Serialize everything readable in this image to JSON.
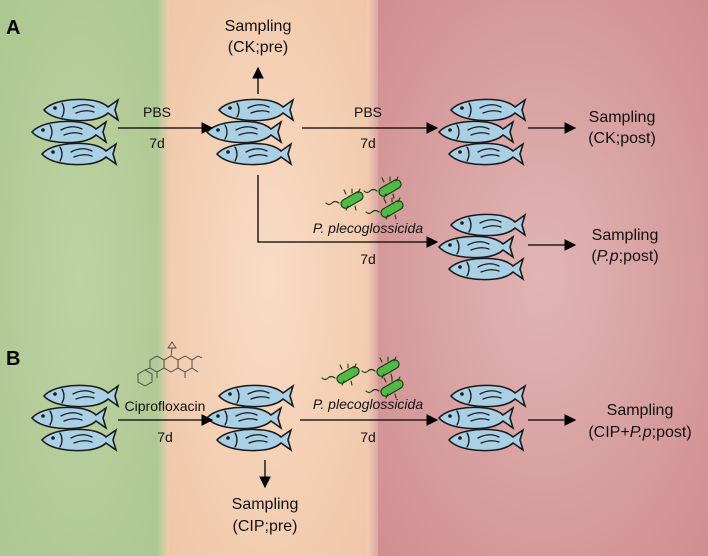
{
  "colors": {
    "left_zone": "#b3cc98",
    "middle_zone": "#f3ccb0",
    "right_zone": "#d99a9b",
    "fish_fill": "#a9d0e4",
    "bacteria_fill": "#52b947"
  },
  "panel_a": {
    "label": "A",
    "pbs_step1": "PBS",
    "duration_step1": "7d",
    "sampling_ck_pre_line1": "Sampling",
    "sampling_ck_pre_line2": "(CK;pre)",
    "pbs_step2": "PBS",
    "duration_step2": "7d",
    "sampling_ck_post_line1": "Sampling",
    "sampling_ck_post_line2": "(CK;post)",
    "infection_label": "P. plecoglossicida",
    "duration_infection": "7d",
    "sampling_pp_post_line1": "Sampling",
    "sampling_pp_post_open": "(",
    "sampling_pp_post_italic": "P.p",
    "sampling_pp_post_close": ";post)"
  },
  "panel_b": {
    "label": "B",
    "drug_label": "Ciprofloxacin",
    "duration_drug": "7d",
    "sampling_cip_pre_line1": "Sampling",
    "sampling_cip_pre_line2": "(CIP;pre)",
    "infection_label": "P. plecoglossicida",
    "duration_infection": "7d",
    "sampling_final_line1": "Sampling",
    "sampling_final_open": "(CIP+",
    "sampling_final_italic": "P.p",
    "sampling_final_close": ";post)"
  },
  "icons": [
    "fish-icon",
    "bacteria-icon",
    "ciprofloxacin-molecule-icon"
  ]
}
